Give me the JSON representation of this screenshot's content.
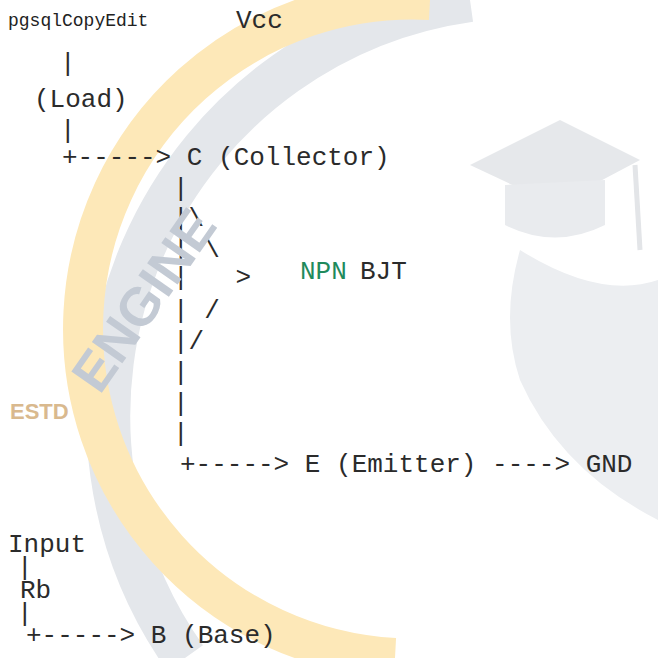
{
  "diagram": {
    "labels": [
      "pgsqlCopyEdit",
      "Vcc",
      "|",
      "(Load)",
      "|",
      "+-----> C (Collector)",
      "|",
      "|\\",
      "| \\",
      "|   >",
      "NPN",
      "BJT",
      "| /",
      "|/",
      "|",
      "|",
      "|",
      "+-----> E (Emitter) ----> GND",
      "Input",
      "|",
      "Rb",
      "|",
      "+-----> B (Base)",
      "ENGINE",
      "ESTD"
    ]
  }
}
